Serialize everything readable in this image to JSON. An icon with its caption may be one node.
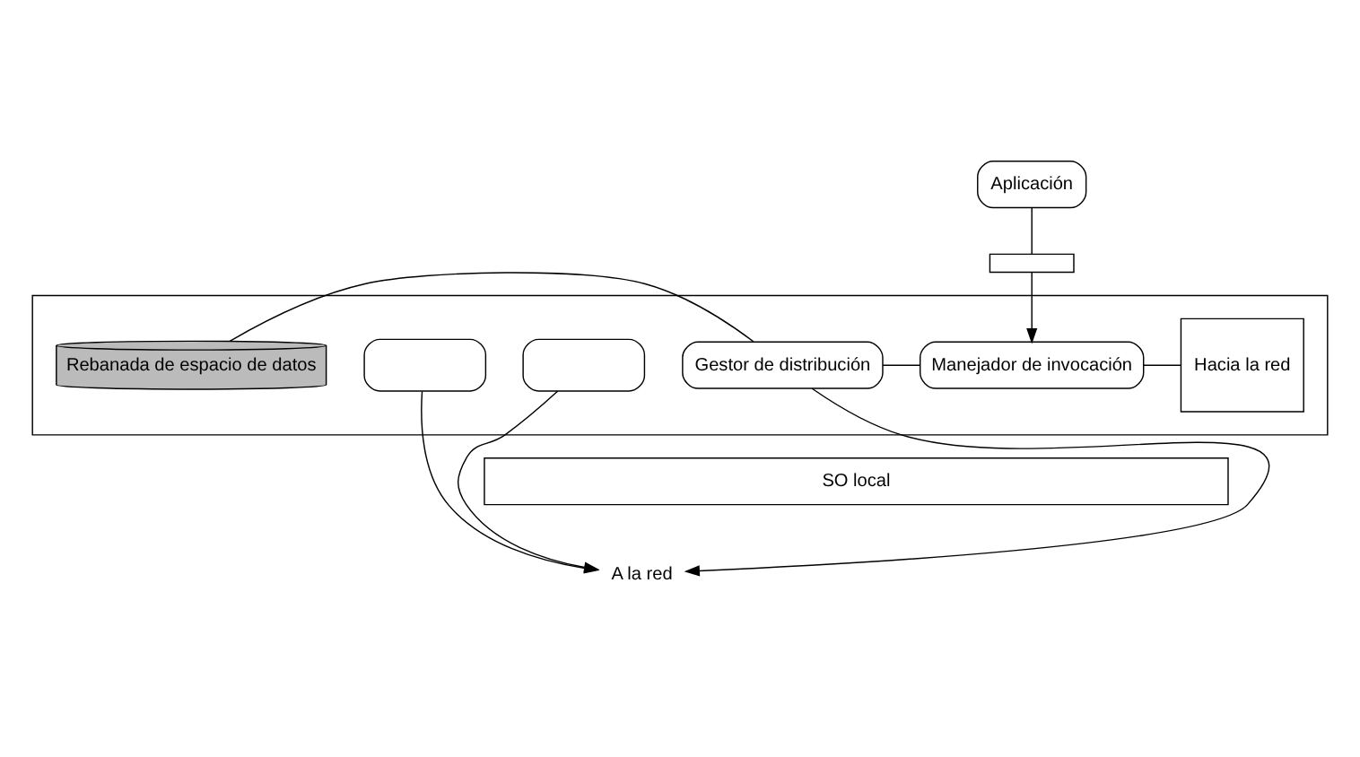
{
  "diagram": {
    "nodes": [
      {
        "text": [
          "Aplicación"
        ]
      },
      {
        "text": [],
        "shape": "box"
      },
      {
        "text": [],
        "shape": "box"
      },
      {
        "text": [
          "Rebanada de espacio de datos"
        ],
        "in": 1
      },
      {
        "text": [
          "Gestor de distribución"
        ],
        "in": 1
      },
      {
        "text": [],
        "shape": "box",
        "in": 1
      },
      {
        "text": [],
        "shape": "box",
        "in": 1
      },
      {
        "text": [
          "Manejador de invocación"
        ],
        "in": 1
      },
      {
        "text": [
          "Hacia la red"
        ],
        "in": 1
      },
      {
        "text": [
          "SO local"
        ]
      },
      {
        "text": [
          "A la red"
        ]
      }
    ],
    "edges": [
      {
        "from": 0,
        "to": 2,
        "arrow": "none"
      },
      {
        "from": 2,
        "to": 7,
        "arrow": "to"
      },
      {
        "from": 3,
        "to": 4,
        "arrow": "none"
      },
      {
        "from": 4,
        "to": 7,
        "arrow": "none"
      },
      {
        "from": 7,
        "to": 8,
        "arrow": "none"
      },
      {
        "from": 4,
        "to": 10,
        "arrow": "to"
      },
      {
        "from": 5,
        "to": 10,
        "arrow": "to"
      },
      {
        "from": 6,
        "to": 10,
        "arrow": "to"
      }
    ]
  }
}
